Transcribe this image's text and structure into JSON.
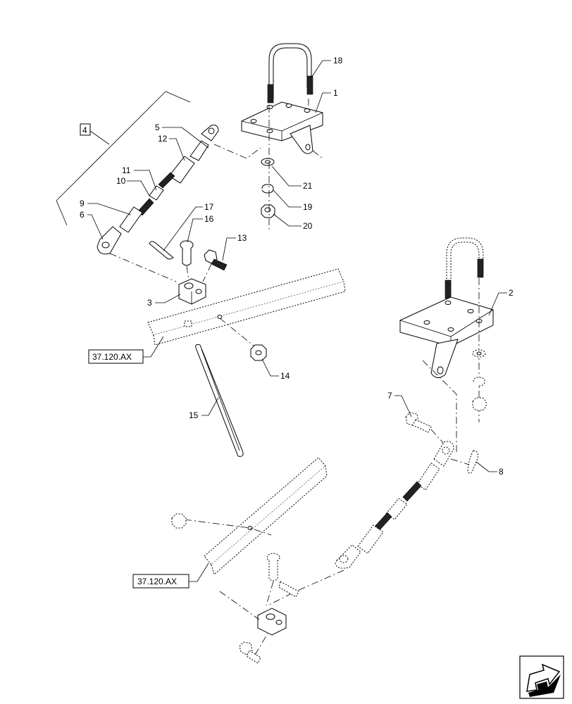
{
  "callouts": {
    "c1": "1",
    "c2": "2",
    "c3": "3",
    "c4": "4",
    "c5": "5",
    "c6": "6",
    "c7": "7",
    "c8": "8",
    "c9": "9",
    "c10": "10",
    "c11": "11",
    "c12": "12",
    "c13": "13",
    "c14": "14",
    "c15": "15",
    "c16": "16",
    "c17": "17",
    "c18": "18",
    "c19": "19",
    "c20": "20",
    "c21": "21"
  },
  "references": {
    "ref_upper": "37.120.AX",
    "ref_lower": "37.120.AX"
  },
  "nav": {
    "icon": "next-page-arrow-icon"
  }
}
